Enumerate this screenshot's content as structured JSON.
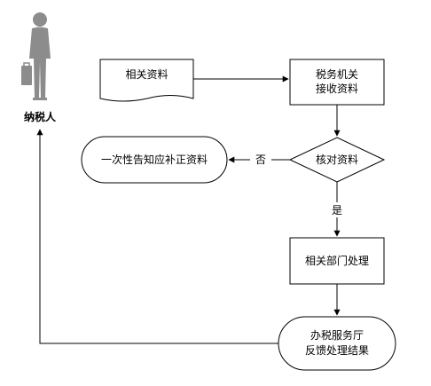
{
  "taxpayer": {
    "label": "纳税人"
  },
  "nodes": {
    "related_docs": "相关资料",
    "receive_docs": {
      "line1": "税务机关",
      "line2": "接收资料"
    },
    "verify_docs": "核对资料",
    "notify_once": "一次性告知应补正资料",
    "dept_handle": "相关部门处理",
    "feedback": {
      "line1": "办税服务厅",
      "line2": "反馈处理结果"
    }
  },
  "edges": {
    "no_label": "否",
    "yes_label": "是"
  },
  "colors": {
    "stroke": "#000000",
    "person": "#8c8c8c",
    "background": "#ffffff"
  }
}
